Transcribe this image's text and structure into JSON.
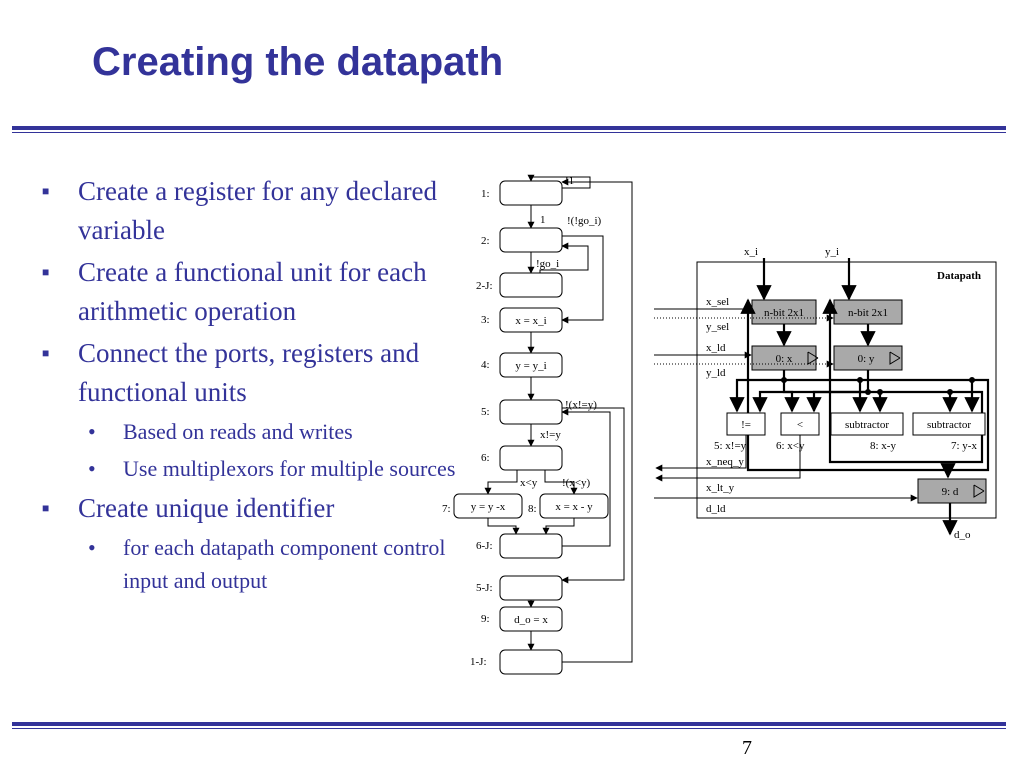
{
  "slide": {
    "title": "Creating the datapath",
    "page_number": "7",
    "bullets": [
      {
        "text": "Create a register for any declared variable",
        "sub": []
      },
      {
        "text": "Create a functional unit for each arithmetic operation",
        "sub": []
      },
      {
        "text": "Connect the ports, registers and functional units",
        "sub": [
          "Based on reads and writes",
          "Use multiplexors for multiple sources"
        ]
      },
      {
        "text": "Create unique identifier",
        "sub": [
          "for each datapath component control input and output"
        ]
      }
    ]
  },
  "fsm": {
    "states": [
      {
        "label": "1:",
        "action": ""
      },
      {
        "label": "2:",
        "action": ""
      },
      {
        "label": "2-J:",
        "action": ""
      },
      {
        "label": "3:",
        "action": "x = x_i"
      },
      {
        "label": "4:",
        "action": "y = y_i"
      },
      {
        "label": "5:",
        "action": ""
      },
      {
        "label": "6:",
        "action": ""
      },
      {
        "label": "7:",
        "action": "y = y -x"
      },
      {
        "label": "8:",
        "action": "x = x - y"
      },
      {
        "label": "6-J:",
        "action": ""
      },
      {
        "label": "5-J:",
        "action": ""
      },
      {
        "label": "9:",
        "action": "d_o = x"
      },
      {
        "label": "1-J:",
        "action": ""
      }
    ],
    "transitions": [
      "!1",
      "1",
      "!(!go_i)",
      "!go_i",
      "!(x!=y)",
      "x!=y",
      "x<y",
      "!(x<y)"
    ]
  },
  "datapath": {
    "title": "Datapath",
    "inputs": [
      "x_i",
      "y_i"
    ],
    "control_inputs": [
      "x_sel",
      "y_sel",
      "x_ld",
      "y_ld"
    ],
    "muxes": [
      "n-bit 2x1",
      "n-bit 2x1"
    ],
    "registers": [
      "0: x",
      "0: y"
    ],
    "units": [
      "!=",
      "<",
      "subtractor",
      "subtractor"
    ],
    "unit_ids": [
      "5: x!=y",
      "6: x<y",
      "8: x-y",
      "7: y-x"
    ],
    "status_outputs": [
      "x_neq_y",
      "x_lt_y"
    ],
    "output_register": "9: d",
    "output_load": "d_ld",
    "output": "d_o"
  }
}
